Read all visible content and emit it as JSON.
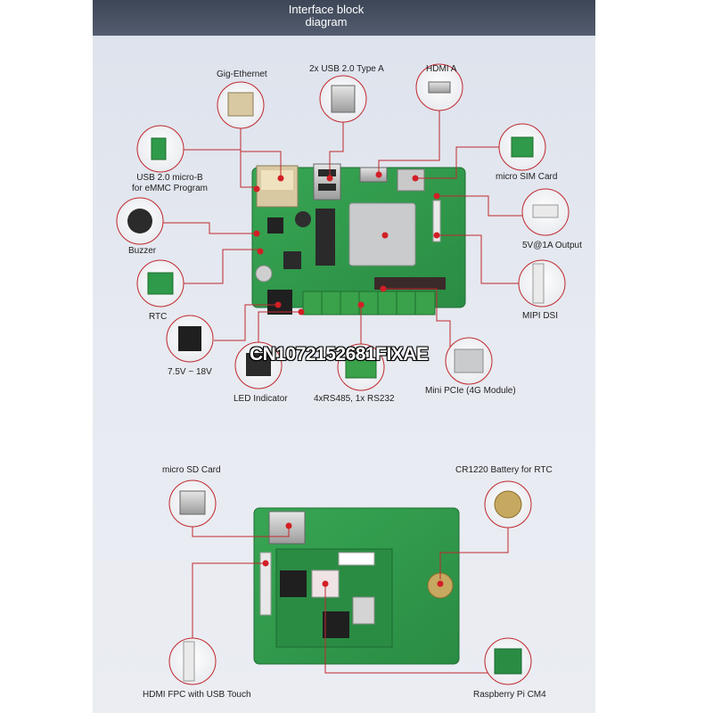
{
  "title": {
    "line1": "Interface block",
    "line2": "diagram"
  },
  "top_labels": {
    "gig_ethernet": "Gig-Ethernet",
    "usb_type_a": "2x USB 2.0 Type A",
    "hdmi_a": "HDMI A",
    "usb_micro_b_line1": "USB 2.0 micro-B",
    "usb_micro_b_line2": "for eMMC Program",
    "micro_sim": "micro SIM Card",
    "buzzer": "Buzzer",
    "output_5v": "5V@1A Output",
    "rtc": "RTC",
    "mipi_dsi": "MIPI DSI",
    "power_in": "7.5V ~ 18V",
    "led_indicator": "LED Indicator",
    "rs485": "4xRS485, 1x RS232",
    "mini_pcie": "Mini PCIe (4G Module)"
  },
  "bottom_labels": {
    "micro_sd": "micro SD Card",
    "cr1220": "CR1220 Battery for RTC",
    "hdmi_fpc": "HDMI FPC with USB Touch",
    "rpi_cm4": "Raspberry Pi CM4"
  },
  "watermark": "CN1072152681FIXAE",
  "colors": {
    "pcb": "#2f9a4a",
    "leader": "#c0282e",
    "dot": "#d21f26",
    "terminal": "#3aa24a",
    "header": "#414b5c"
  }
}
